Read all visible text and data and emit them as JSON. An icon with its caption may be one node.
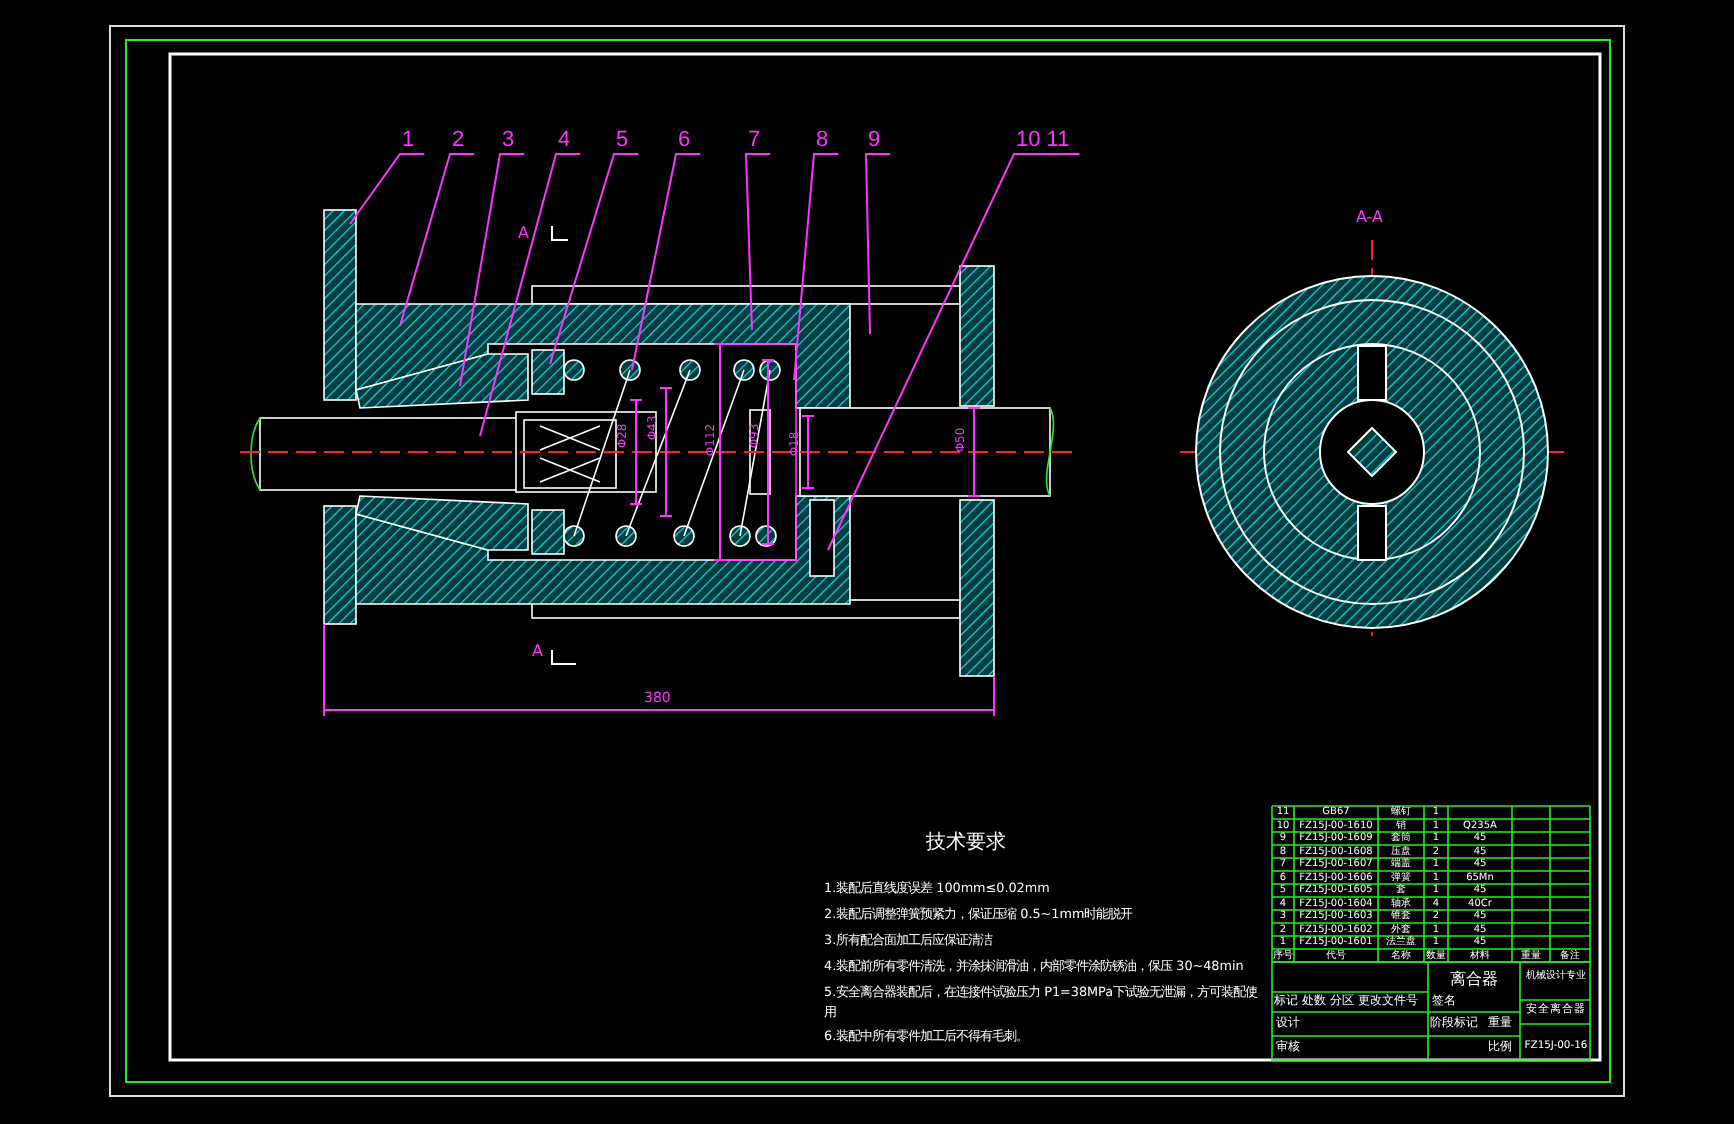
{
  "diagram": {
    "nodes": [
      {
        "text": [
          "1"
        ]
      },
      {
        "text": [
          "2"
        ]
      },
      {
        "text": [
          "3"
        ]
      },
      {
        "text": [
          "4"
        ]
      },
      {
        "text": [
          "5"
        ]
      },
      {
        "text": [
          "6"
        ]
      },
      {
        "text": [
          "7"
        ]
      },
      {
        "text": [
          "8"
        ]
      },
      {
        "text": [
          "9"
        ]
      },
      {
        "text": [
          "10 11"
        ]
      }
    ],
    "edges": [
      {
        "from": 0,
        "to": null,
        "arrow": "none"
      },
      {
        "from": 1,
        "to": null,
        "arrow": "none"
      },
      {
        "from": 2,
        "to": null,
        "arrow": "none"
      },
      {
        "from": 3,
        "to": null,
        "arrow": "none"
      },
      {
        "from": 4,
        "to": null,
        "arrow": "none"
      },
      {
        "from": 5,
        "to": null,
        "arrow": "none"
      },
      {
        "from": 6,
        "to": null,
        "arrow": "none"
      },
      {
        "from": 7,
        "to": null,
        "arrow": "none"
      },
      {
        "from": 8,
        "to": null,
        "arrow": "none"
      },
      {
        "from": 9,
        "to": null,
        "arrow": "none"
      }
    ],
    "labels": [
      "A",
      "A",
      "Φ28",
      "Φ43",
      "Φ112",
      "Φ93",
      "Φ18",
      "Φ50",
      "380",
      "A-A",
      "技术要求",
      "1.装配后直线度误差 100mm≤0.02mm",
      "2.装配后调整弹簧预紧力，保证压缩 0.5~1mm时能脱开",
      "3.所有配合面加工后应保证清洁",
      "4.装配前所有零件清洗，并涂抹润滑油，内部零件涂防锈油，保压 30~48min",
      "5.安全离合器装配后，在连接件试验压力 P1=38MPa下试验无泄漏，方可装配使用",
      "6.装配中所有零件加工后不得有毛刺。",
      "11",
      "GB67",
      "螺钉",
      "1",
      "10",
      "FZ15J-00-1610",
      "销",
      "1",
      "Q235A",
      "9",
      "FZ15J-00-1609",
      "套筒",
      "1",
      "45",
      "8",
      "FZ15J-00-1608",
      "压盘",
      "2",
      "45",
      "7",
      "FZ15J-00-1607",
      "端盖",
      "1",
      "45",
      "6",
      "FZ15J-00-1606",
      "弹簧",
      "1",
      "65Mn",
      "5",
      "FZ15J-00-1605",
      "套",
      "1",
      "45",
      "4",
      "FZ15J-00-1604",
      "轴承",
      "4",
      "40Cr",
      "3",
      "FZ15J-00-1603",
      "锥套",
      "2",
      "45",
      "2",
      "FZ15J-00-1602",
      "外套",
      "1",
      "45",
      "1",
      "FZ15J-00-1601",
      "法兰盘",
      "1",
      "45",
      "序号",
      "代号",
      "名称",
      "数量",
      "材料",
      "重量",
      "备注",
      "离合器",
      "机械设计专业",
      "安全离合器",
      "标记",
      "处数",
      "分区",
      "更改文件号",
      "签名",
      "设计",
      "审核",
      "阶段标记",
      "重量",
      "比例",
      "FZ15J-00-16"
    ]
  }
}
